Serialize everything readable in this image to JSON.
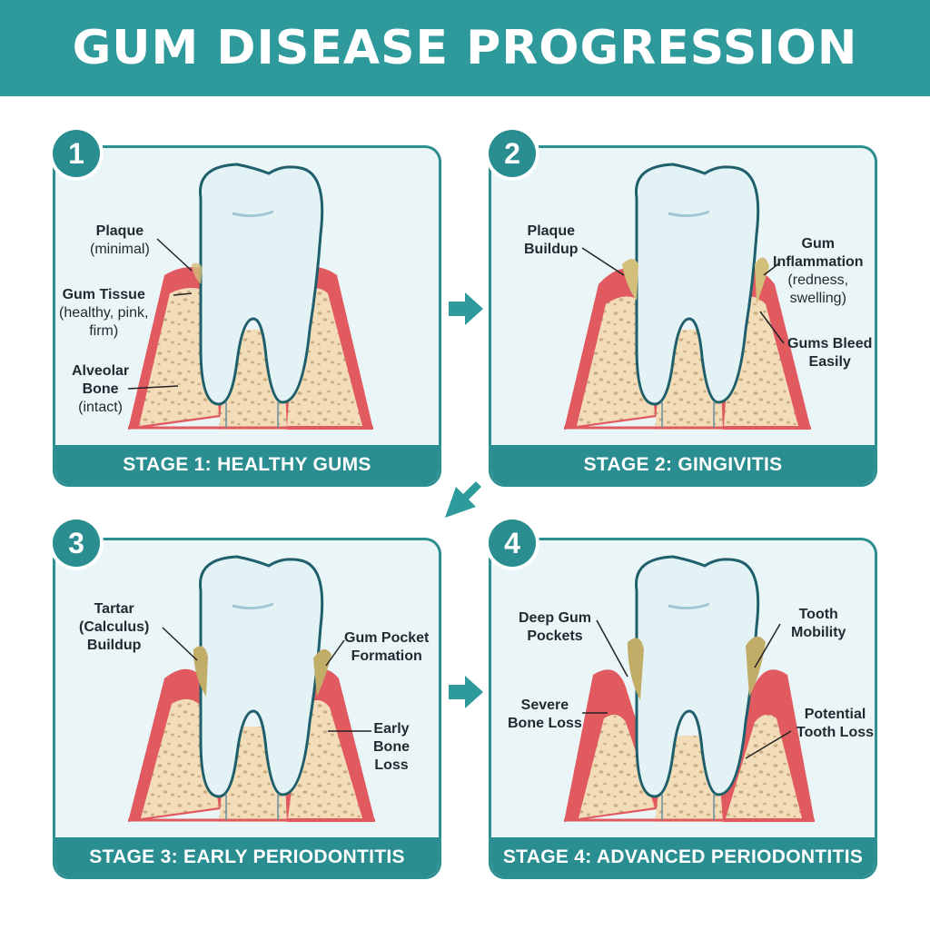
{
  "title": "GUM DISEASE PROGRESSION",
  "colors": {
    "teal": "#2f9a9c",
    "gum": "#e05a5f",
    "gum_light": "#f4a4a4",
    "bone": "#f3ddb9",
    "tooth": "#e3f3f5",
    "plaque": "#d4bf7a"
  },
  "stages": [
    {
      "number": "1",
      "caption": "STAGE 1: HEALTHY GUMS",
      "labels": [
        {
          "bold": "Plaque",
          "lines": [
            "(minimal)"
          ]
        },
        {
          "bold": "Gum Tissue",
          "lines": [
            "(healthy, pink,",
            "firm)"
          ]
        },
        {
          "bold": "Alveolar",
          "lines2": [
            "Bone"
          ],
          "lines": [
            "(intact)"
          ]
        }
      ]
    },
    {
      "number": "2",
      "caption": "STAGE 2: GINGIVITIS",
      "labels": [
        {
          "bold": "Plaque",
          "lines2": [
            "Buildup"
          ]
        },
        {
          "bold": "Gum",
          "lines2": [
            "Inflammation"
          ],
          "lines": [
            "(redness,",
            "swelling)"
          ]
        },
        {
          "bold": "Gums Bleed",
          "lines2": [
            "Easily"
          ]
        }
      ]
    },
    {
      "number": "3",
      "caption": "STAGE 3: EARLY PERIODONTITIS",
      "labels": [
        {
          "bold": "Tartar",
          "lines2": [
            "(Calculus)",
            "Buildup"
          ]
        },
        {
          "bold": "Gum Pocket",
          "lines2": [
            "Formation"
          ]
        },
        {
          "bold": "Early",
          "lines2": [
            "Bone",
            "Loss"
          ]
        }
      ]
    },
    {
      "number": "4",
      "caption": "STAGE 4: ADVANCED PERIODONTITIS",
      "labels": [
        {
          "bold": "Deep Gum",
          "lines2": [
            "Pockets"
          ]
        },
        {
          "bold": "Tooth",
          "lines2": [
            "Mobility"
          ]
        },
        {
          "bold": "Severe",
          "lines2": [
            "Bone Loss"
          ]
        },
        {
          "bold": "Potential",
          "lines2": [
            "Tooth Loss"
          ]
        }
      ]
    }
  ]
}
